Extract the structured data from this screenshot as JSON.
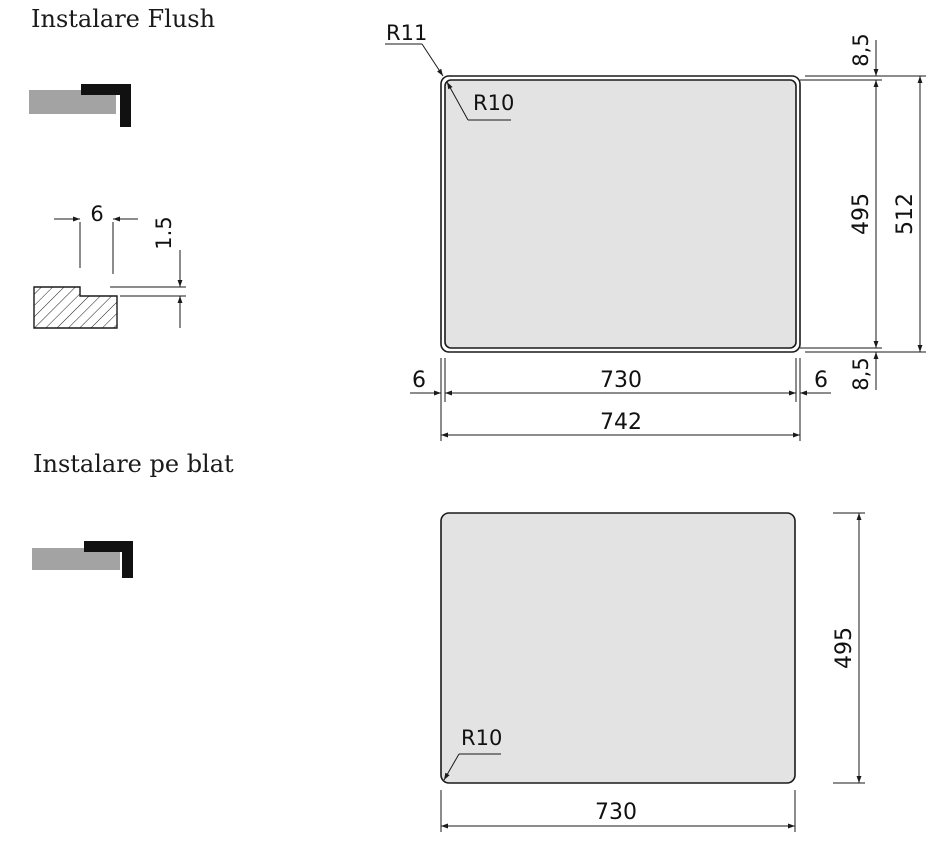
{
  "sections": {
    "flush": {
      "title": "Instalare Flush"
    },
    "countertop": {
      "title": "Instalare pe blat"
    }
  },
  "flush_drawing": {
    "corner_outer": "R11",
    "corner_inner": "R10",
    "width_inner": "730",
    "width_outer": "742",
    "side_margin_left": "6",
    "side_margin_right": "6",
    "height_inner": "495",
    "height_outer": "512",
    "top_margin": "8,5",
    "bottom_margin": "8,5"
  },
  "rebate_detail": {
    "width": "6",
    "depth": "1.5"
  },
  "countertop_drawing": {
    "corner": "R10",
    "width": "730",
    "height": "495"
  },
  "colors": {
    "panel_fill": "#e3e3e3",
    "countertop_gray": "#a3a3a3",
    "sink_black": "#111111",
    "line": "#1a1a1a"
  }
}
